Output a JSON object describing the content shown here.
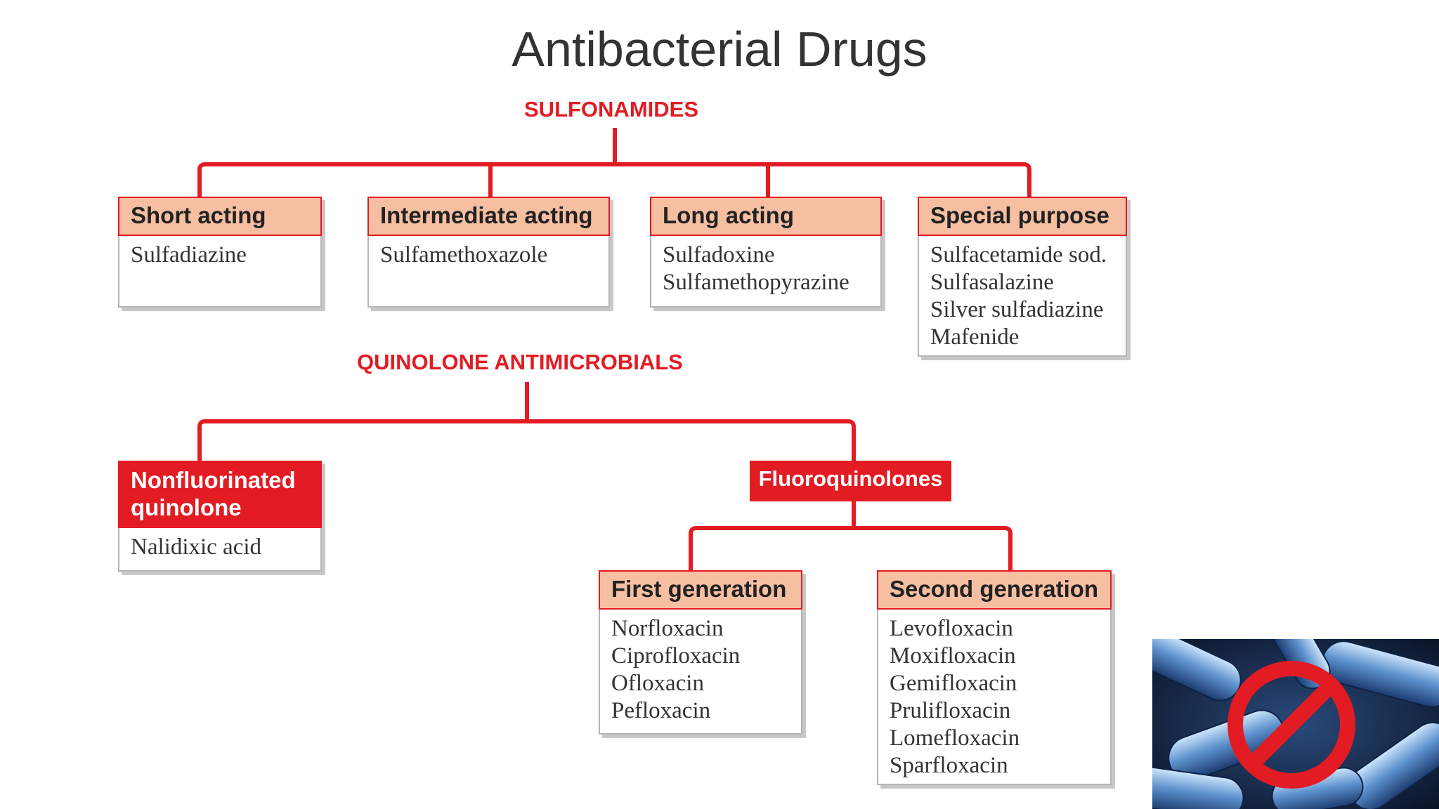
{
  "title": "Antibacterial Drugs",
  "colors": {
    "accent_red": "#e31b23",
    "header_salmon": "#f7bfa2",
    "text_dark": "#333333"
  },
  "sulfonamides": {
    "label": "SULFONAMIDES",
    "classes": [
      {
        "heading": "Short acting",
        "drugs": [
          "Sulfadiazine"
        ]
      },
      {
        "heading": "Intermediate acting",
        "drugs": [
          "Sulfamethoxazole"
        ]
      },
      {
        "heading": "Long acting",
        "drugs": [
          "Sulfadoxine",
          "Sulfamethopyrazine"
        ]
      },
      {
        "heading": "Special purpose",
        "drugs": [
          "Sulfacetamide sod.",
          "Sulfasalazine",
          "Silver sulfadiazine",
          "Mafenide"
        ]
      }
    ]
  },
  "quinolones": {
    "label": "QUINOLONE ANTIMICROBIALS",
    "nonfluorinated": {
      "heading": "Nonfluorinated quinolone",
      "drugs": [
        "Nalidixic acid"
      ]
    },
    "fluoroquinolones": {
      "label": "Fluoroquinolones",
      "generations": [
        {
          "heading": "First generation",
          "drugs": [
            "Norfloxacin",
            "Ciprofloxacin",
            "Ofloxacin",
            "Pefloxacin"
          ]
        },
        {
          "heading": "Second generation",
          "drugs": [
            "Levofloxacin",
            "Moxifloxacin",
            "Gemifloxacin",
            "Prulifloxacin",
            "Lomefloxacin",
            "Sparfloxacin"
          ]
        }
      ]
    }
  },
  "image": {
    "icon": "no-bacteria-icon"
  }
}
